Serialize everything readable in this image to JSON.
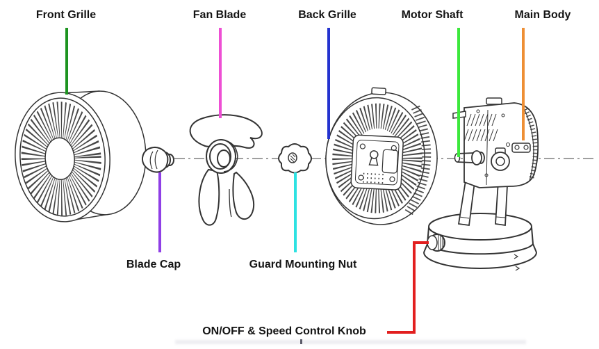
{
  "diagram": {
    "parts": [
      {
        "id": "front-grille",
        "label": "Front Grille",
        "color": "#1d9420"
      },
      {
        "id": "fan-blade",
        "label": "Fan Blade",
        "color": "#ee4fd4"
      },
      {
        "id": "back-grille",
        "label": "Back Grille",
        "color": "#2433cf"
      },
      {
        "id": "motor-shaft",
        "label": "Motor Shaft",
        "color": "#3ce83c"
      },
      {
        "id": "main-body",
        "label": "Main Body",
        "color": "#ee8f35"
      },
      {
        "id": "blade-cap",
        "label": "Blade Cap",
        "color": "#8f3fe6"
      },
      {
        "id": "guard-mounting-nut",
        "label": "Guard Mounting Nut",
        "color": "#2ee2e2"
      },
      {
        "id": "control-knob",
        "label": "ON/OFF & Speed Control Knob",
        "color": "#e21f1f"
      }
    ],
    "artwork": {
      "line_color": "#333333",
      "background": "#ffffff"
    }
  }
}
